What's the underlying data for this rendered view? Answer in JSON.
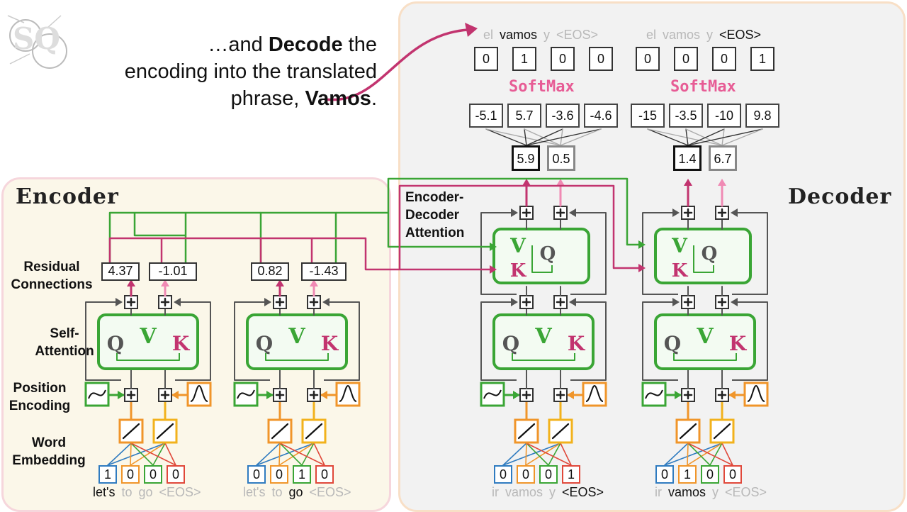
{
  "logo": {
    "text": "SQ"
  },
  "caption": {
    "pre": "…and ",
    "bold1": "Decode",
    "mid1": " the",
    "line2": "encoding into the translated",
    "pre3": "phrase, ",
    "bold2": "Vamos",
    "post3": "."
  },
  "encoder": {
    "title": "Encoder",
    "labels": {
      "residual": [
        "Residual",
        "Connections"
      ],
      "self_attention": [
        "Self-",
        "Attention"
      ],
      "position": [
        "Position",
        "Encoding"
      ],
      "embedding": [
        "Word",
        "Embedding"
      ]
    },
    "columns": [
      {
        "outputs": [
          "4.37",
          "-1.01"
        ],
        "onehot": [
          "1",
          "0",
          "0",
          "0"
        ],
        "words": [
          "let's",
          "to",
          "go",
          "<EOS>"
        ],
        "active": 0
      },
      {
        "outputs": [
          "0.82",
          "-1.43"
        ],
        "onehot": [
          "0",
          "0",
          "1",
          "0"
        ],
        "words": [
          "let's",
          "to",
          "go",
          "<EOS>"
        ],
        "active": 2
      }
    ]
  },
  "decoder": {
    "title": "Decoder",
    "encdec_label": [
      "Encoder-",
      "Decoder",
      "Attention"
    ],
    "softmax_label": "SoftMax",
    "columns": [
      {
        "onehot_in": [
          "0",
          "0",
          "0",
          "1"
        ],
        "words_in": [
          "ir",
          "vamos",
          "y",
          "<EOS>"
        ],
        "active_in": 3,
        "fc": [
          "5.9",
          "0.5"
        ],
        "logits": [
          "-5.1",
          "5.7",
          "-3.6",
          "-4.6"
        ],
        "softmax_out": [
          "0",
          "1",
          "0",
          "0"
        ],
        "words_out": [
          "el",
          "vamos",
          "y",
          "<EOS>"
        ],
        "active_out": 1
      },
      {
        "onehot_in": [
          "0",
          "1",
          "0",
          "0"
        ],
        "words_in": [
          "ir",
          "vamos",
          "y",
          "<EOS>"
        ],
        "active_in": 1,
        "fc": [
          "1.4",
          "6.7"
        ],
        "logits": [
          "-15",
          "-3.5",
          "-10",
          "9.8"
        ],
        "softmax_out": [
          "0",
          "0",
          "0",
          "1"
        ],
        "words_out": [
          "el",
          "vamos",
          "y",
          "<EOS>"
        ],
        "active_out": 3
      }
    ]
  },
  "colors": {
    "green": "#3aa535",
    "magenta": "#c2346f",
    "pink": "#f08ab4",
    "orange": "#f0952a",
    "yellow": "#f2b21c",
    "blue": "#2f7bc0",
    "red": "#e0483a",
    "gray": "#555555"
  }
}
